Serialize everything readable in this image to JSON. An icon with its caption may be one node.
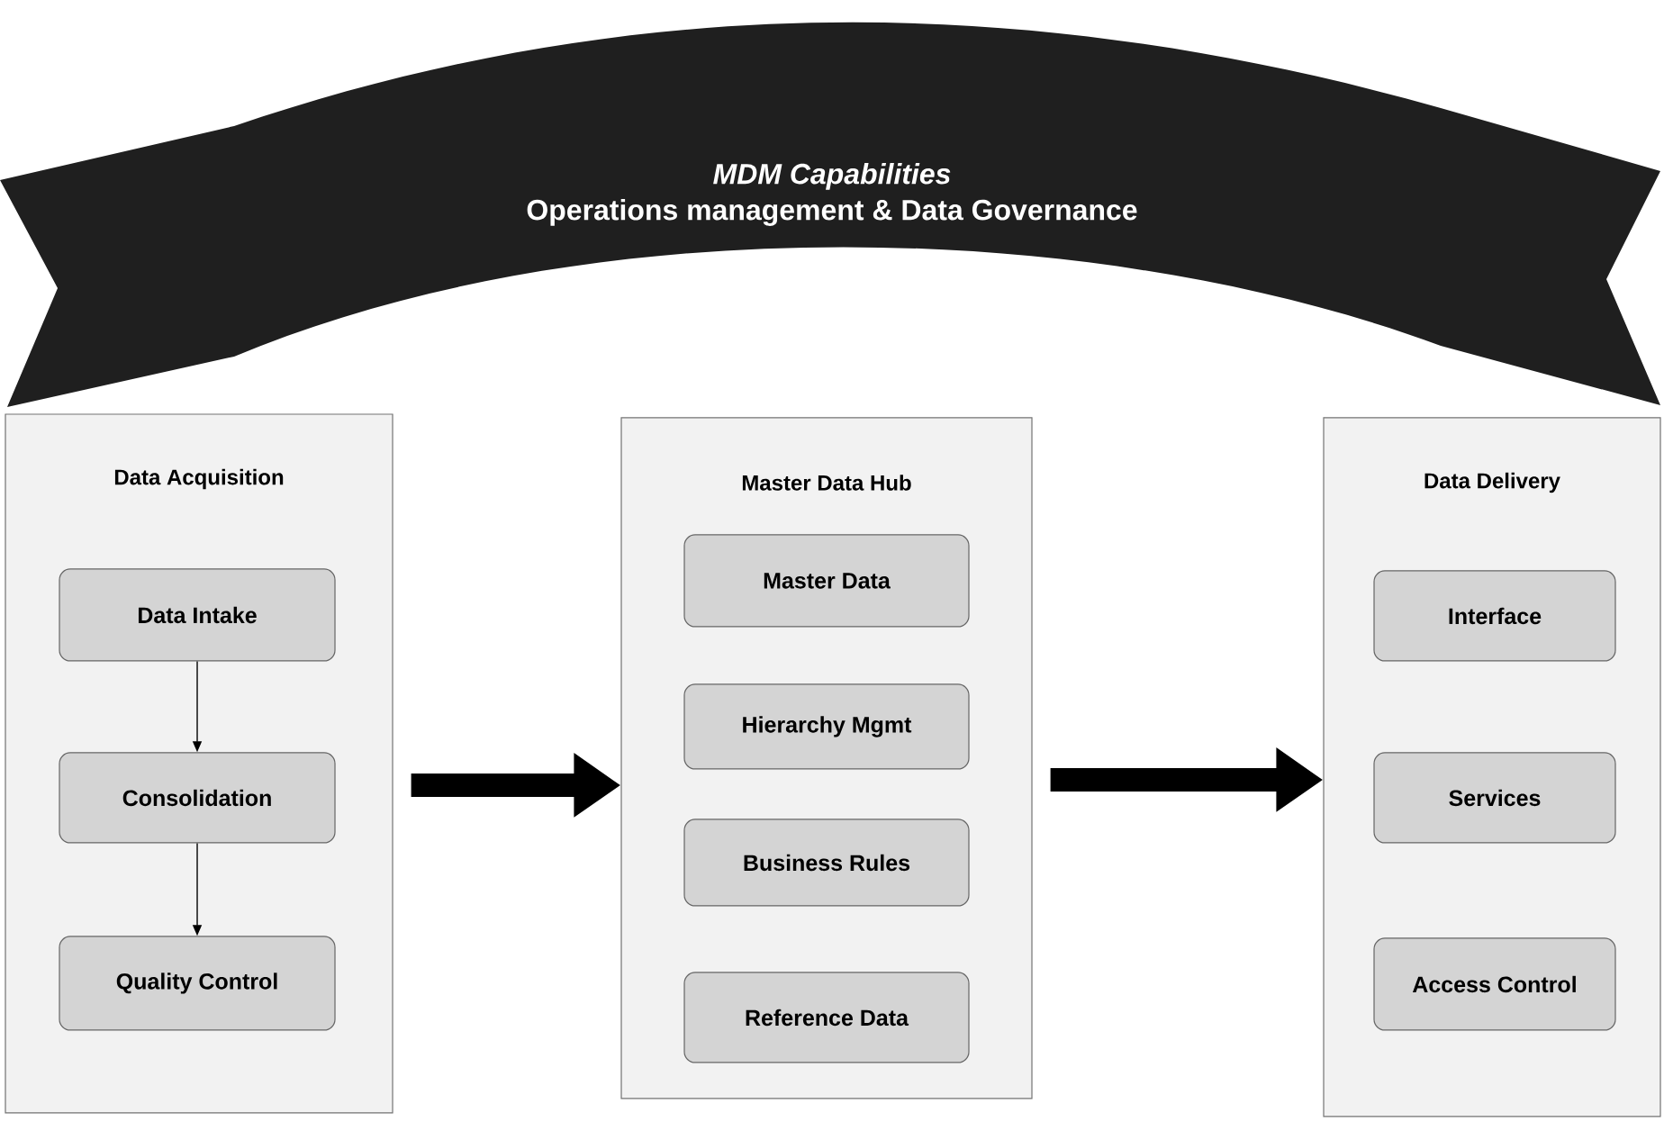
{
  "diagram": {
    "nodes": [
      {
        "text": [
          "MDM Capabilities",
          "Operations management & Data Governance"
        ]
      },
      {
        "text": [
          "Data Acquisition"
        ]
      },
      {
        "text": [
          "Data Intake"
        ],
        "in": 1
      },
      {
        "text": [
          "Consolidation"
        ],
        "in": 1
      },
      {
        "text": [
          "Quality Control"
        ],
        "in": 1
      },
      {
        "text": [
          "Master Data Hub"
        ]
      },
      {
        "text": [
          "Master Data"
        ],
        "in": 5
      },
      {
        "text": [
          "Hierarchy Mgmt"
        ],
        "in": 5
      },
      {
        "text": [
          "Business Rules"
        ],
        "in": 5
      },
      {
        "text": [
          "Reference Data"
        ],
        "in": 5
      },
      {
        "text": [
          "Data Delivery"
        ]
      },
      {
        "text": [
          "Interface"
        ],
        "in": 10
      },
      {
        "text": [
          "Services"
        ],
        "in": 10
      },
      {
        "text": [
          "Access Control"
        ],
        "in": 10
      }
    ],
    "edges": [
      {
        "from": 2,
        "to": 3,
        "arrow": "to"
      },
      {
        "from": 3,
        "to": 4,
        "arrow": "to"
      },
      {
        "from": 1,
        "to": 5,
        "arrow": "to",
        "style": "thick"
      },
      {
        "from": 5,
        "to": 10,
        "arrow": "to",
        "style": "thick"
      }
    ]
  }
}
